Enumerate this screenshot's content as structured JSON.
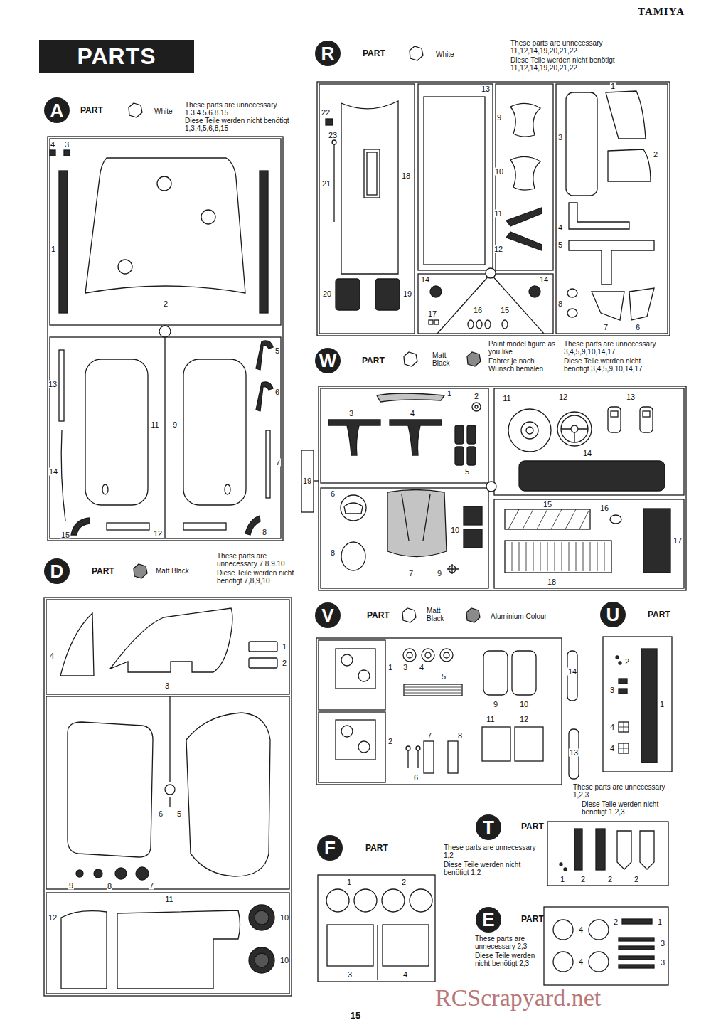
{
  "diagram": {
    "nodes": [
      {
        "text": [
          "PARTS"
        ]
      },
      {
        "text": [
          "A"
        ]
      },
      {
        "text": [
          "R"
        ]
      },
      {
        "text": [
          "W"
        ]
      },
      {
        "text": [
          "D"
        ]
      },
      {
        "text": [
          "V"
        ]
      },
      {
        "text": [
          "U"
        ]
      },
      {
        "text": [
          "T"
        ]
      },
      {
        "text": [
          "F"
        ]
      },
      {
        "text": [
          "E"
        ]
      }
    ],
    "labels": [
      "TAMIYA",
      "PART",
      "White",
      "These parts are unnecessary 1.3.4.5.6.8.15",
      "Diese Teile werden nicht benötigt 1,3,4,5,6,8,15",
      "4",
      "3",
      "1",
      "2",
      "13",
      "14",
      "11",
      "9",
      "5",
      "6",
      "7",
      "15",
      "12",
      "8",
      "PART",
      "White",
      "These parts are unnecessary 11,12,14,19,20,21,22",
      "Diese Teile werden nicht benötigt 11,12,14,19,20,21,22",
      "22",
      "23",
      "21",
      "18",
      "20",
      "19",
      "13",
      "9",
      "10",
      "11",
      "12",
      "14",
      "14",
      "17",
      "16",
      "15",
      "1",
      "3",
      "2",
      "4",
      "5",
      "8",
      "7",
      "6",
      "PART",
      "Matt Black",
      "Paint model figure as you like",
      "Fahrer je nach Wunsch bemalen",
      "These parts are unnecessary 3,4,5,9,10,14,17",
      "Diese Teile werden nicht benötigt 3,4,5,9,10,14,17",
      "1",
      "2",
      "3",
      "4",
      "5",
      "6",
      "7",
      "8",
      "9",
      "10",
      "11",
      "12",
      "13",
      "14",
      "15",
      "16",
      "17",
      "18",
      "19",
      "PART",
      "Matt Black",
      "These parts are unnecessary 7.8.9.10",
      "Diese Teile werden nicht benötigt 7,8,9,10",
      "4",
      "3",
      "1",
      "2",
      "6",
      "5",
      "9",
      "8",
      "7",
      "11",
      "12",
      "10",
      "10",
      "PART",
      "Matt Black",
      "Aluminium Colour",
      "1",
      "2",
      "3",
      "4",
      "5",
      "9",
      "10",
      "7",
      "8",
      "6",
      "11",
      "12",
      "14",
      "13",
      "PART",
      "2",
      "3",
      "1",
      "4",
      "4",
      "These parts are unnecessary 1,2,3",
      "Diese Teile werden nicht benötigt 1,2,3",
      "PART",
      "These parts are unnecessary 1,2",
      "Diese Teile werden nicht benötigt 1,2",
      "1",
      "2",
      "2",
      "2",
      "PART",
      "1",
      "2",
      "3",
      "4",
      "PART",
      "These parts are unnecessary 2,3",
      "Diese Teile werden nicht benötigt 2,3",
      "2",
      "1",
      "4",
      "4",
      "3",
      "3",
      "15",
      "RCScrapyard.net"
    ]
  }
}
